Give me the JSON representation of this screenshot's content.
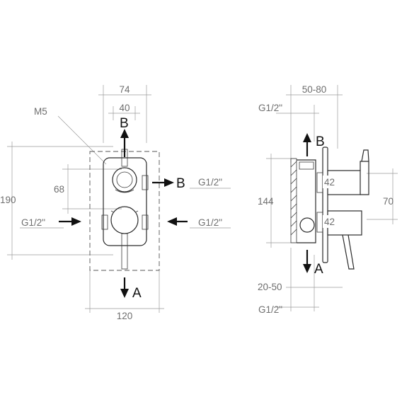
{
  "front_view": {
    "dim_width_outer": "74",
    "dim_width_inner": "40",
    "thread_label": "M5",
    "dim_height_total": "190",
    "dim_center_distance": "68",
    "dim_bottom_width": "120",
    "connection_left": "G1/2\"",
    "connection_right_upper": "G1/2\"",
    "connection_right_lower": "G1/2\"",
    "outlet_top": "B",
    "outlet_right": "B",
    "outlet_bottom": "A"
  },
  "side_view": {
    "dim_depth": "50-80",
    "connection_top": "G1/2\"",
    "outlet_top": "B",
    "dim_height": "144",
    "dim_offset_upper": "42",
    "dim_offset_lower": "42",
    "dim_right": "70",
    "outlet_bottom": "A",
    "dim_depth_bottom": "20-50",
    "connection_bottom": "G1/2\""
  }
}
